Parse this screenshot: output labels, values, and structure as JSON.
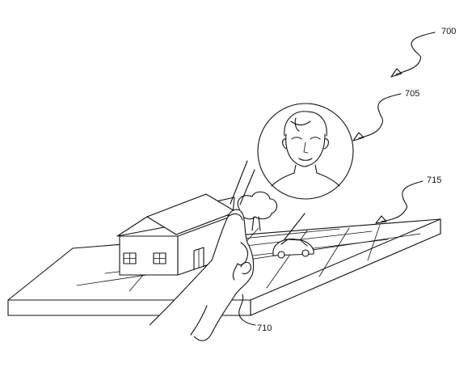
{
  "labels": {
    "fig": "700",
    "face": "705",
    "hand": "710",
    "board": "715"
  }
}
